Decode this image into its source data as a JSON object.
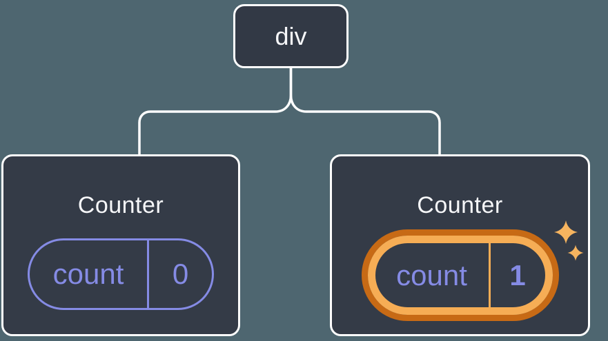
{
  "diagram": {
    "description": "React component tree: a div root with two Counter children; the second Counter's state is newly created (highlighted)",
    "root": {
      "label": "div"
    },
    "children": [
      {
        "title": "Counter",
        "state": {
          "key": "count",
          "value": "0"
        },
        "highlighted": false
      },
      {
        "title": "Counter",
        "state": {
          "key": "count",
          "value": "1"
        },
        "highlighted": true
      }
    ]
  },
  "colors": {
    "background": "#4E6670",
    "card_background": "#343B47",
    "card_border": "#FFFFFF",
    "connector": "#FFFFFF",
    "state_purple": "#858BE5",
    "highlight_orange_outer": "#C76A15",
    "highlight_orange_inner": "#F6AD55",
    "sparkle": "#F6B45F",
    "text": "#F6F7F9"
  }
}
